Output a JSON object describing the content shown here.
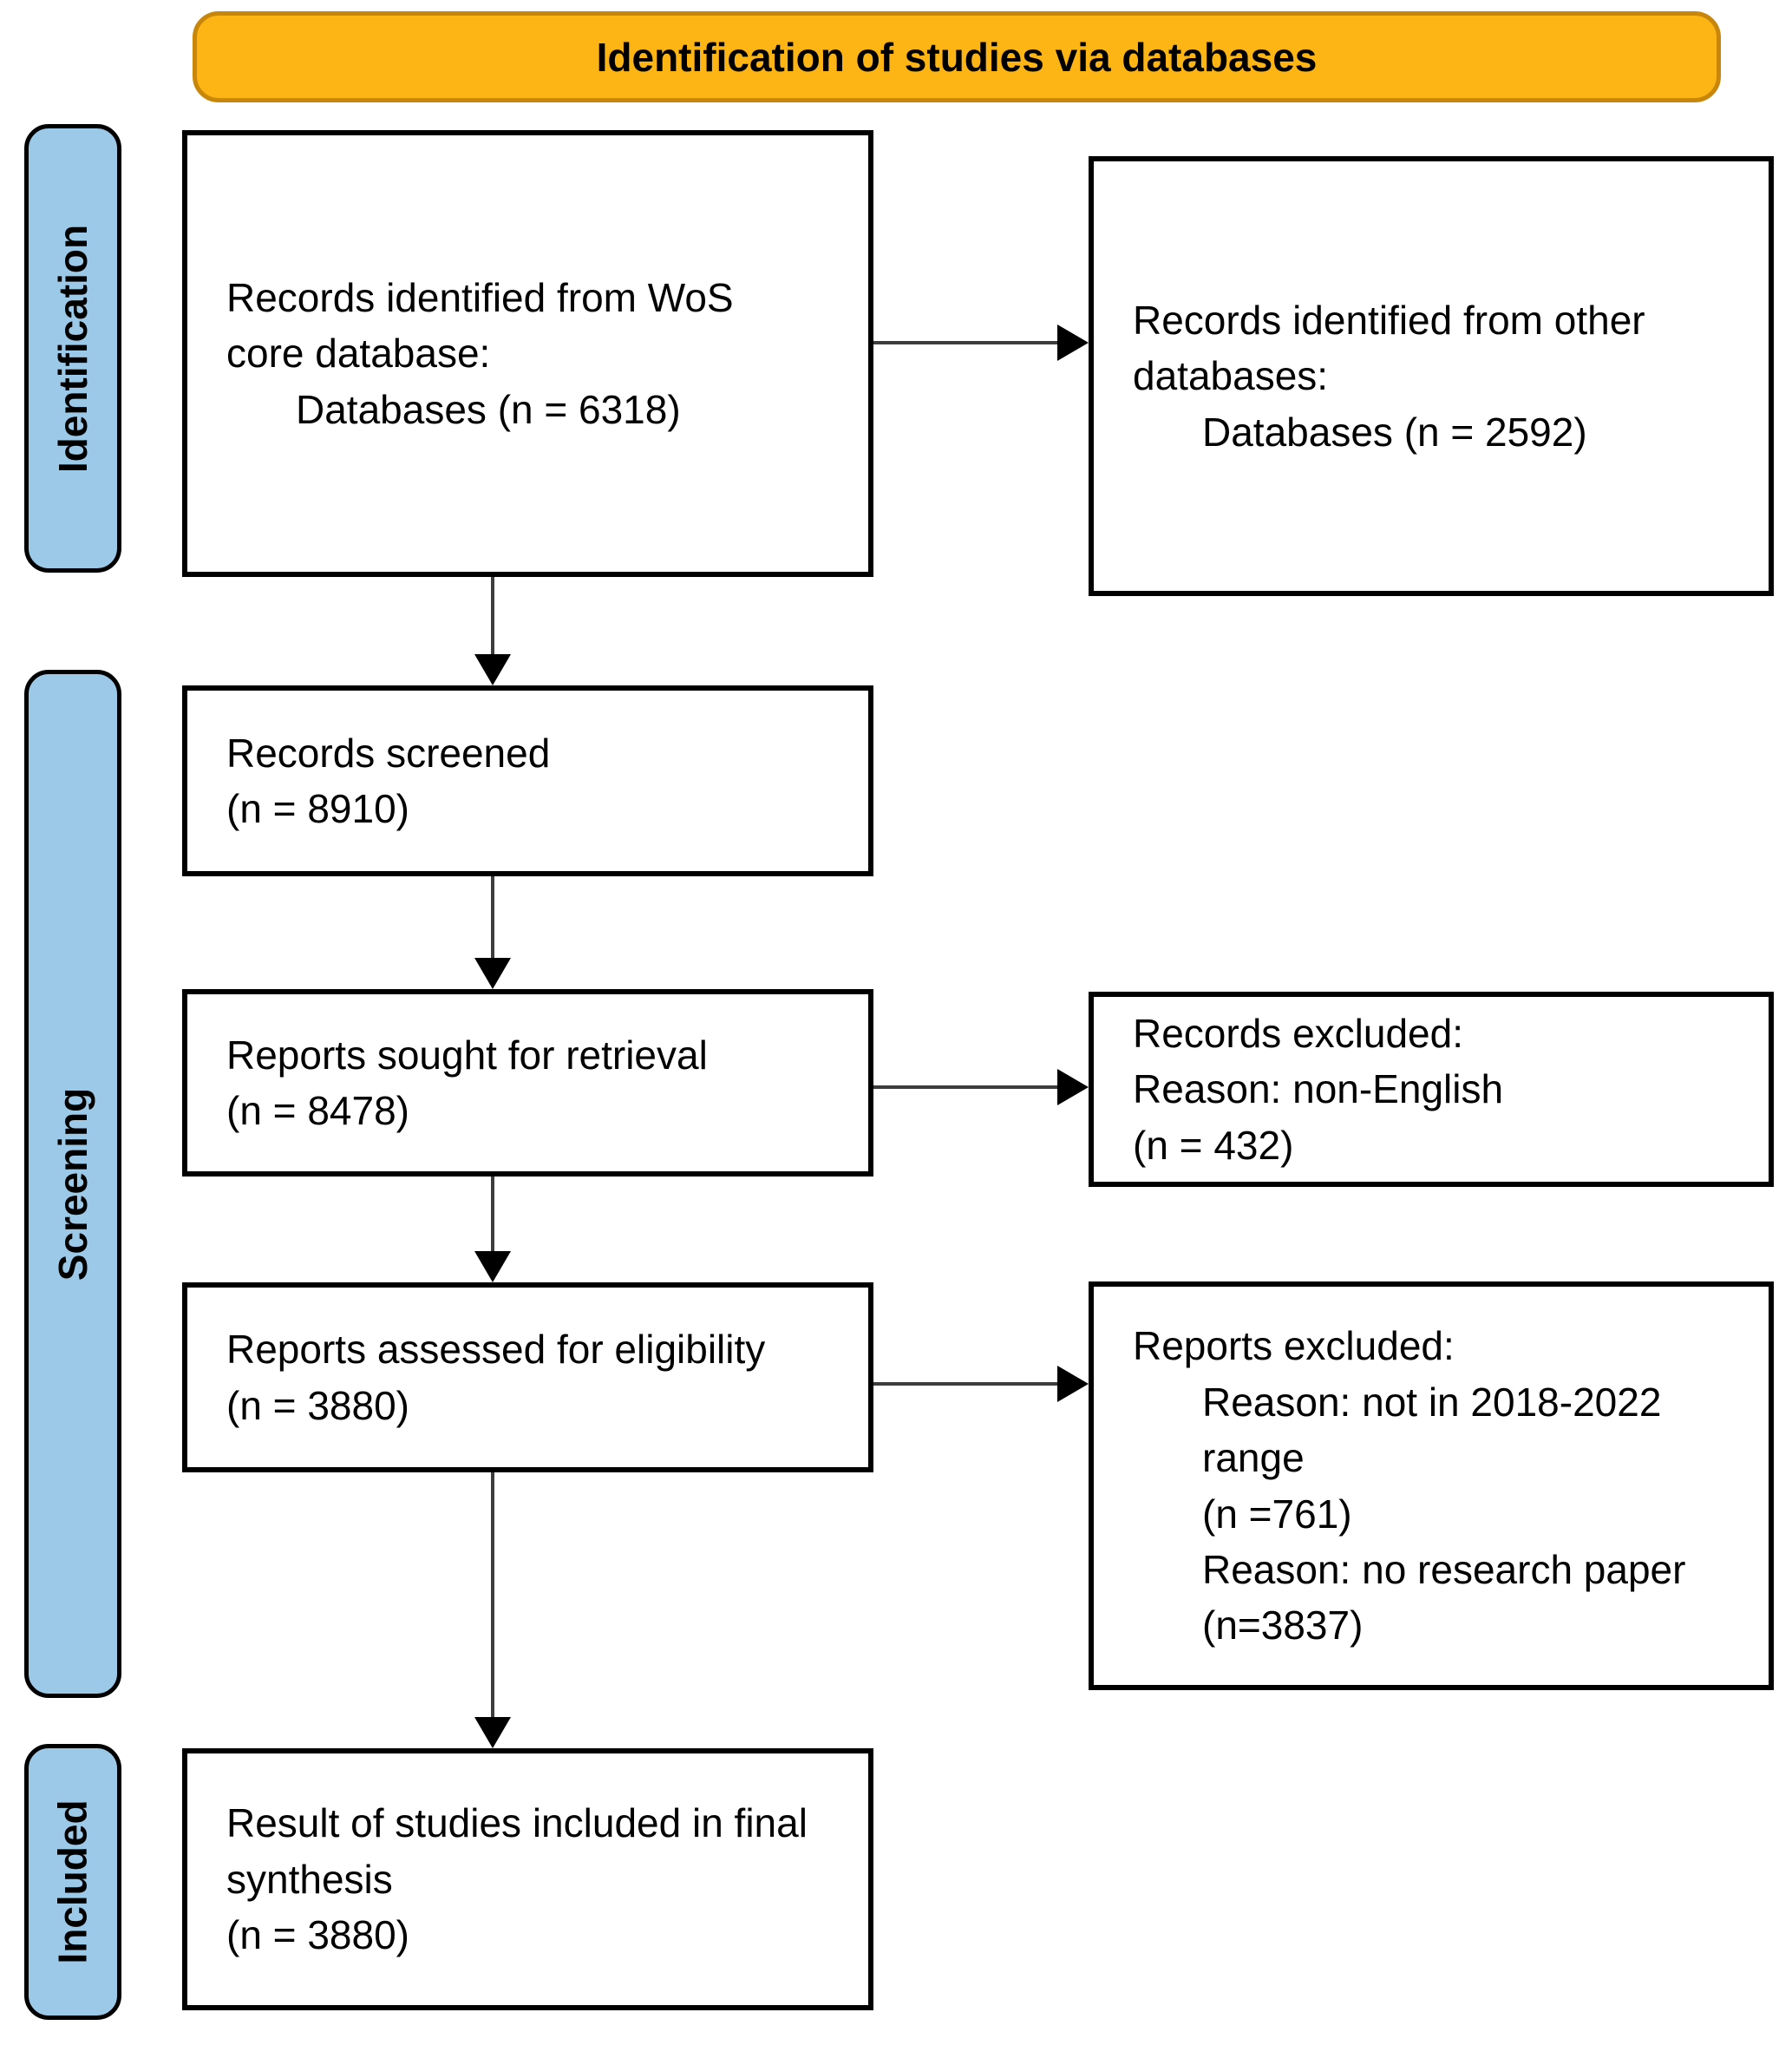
{
  "header": {
    "title": "Identification of studies via databases"
  },
  "colors": {
    "banner_fill": "#FCB514",
    "banner_border": "#C8860B",
    "stage_fill": "#9DC9E8",
    "box_border": "#000000",
    "arrow": "#3d3d3d"
  },
  "stages": {
    "identification": "Identification",
    "screening": "Screening",
    "included": "Included"
  },
  "boxes": {
    "wos": {
      "lines": [
        "Records identified from WoS",
        "core database:",
        "Databases (n = 6318)"
      ]
    },
    "other": {
      "lines": [
        "Records identified from other",
        "databases:",
        "Databases (n = 2592)"
      ]
    },
    "screened": {
      "lines": [
        "Records screened",
        "(n = 8910)"
      ]
    },
    "sought": {
      "lines": [
        "Reports sought for retrieval",
        "(n = 8478)"
      ]
    },
    "records_excluded": {
      "lines": [
        "Records excluded:",
        "Reason: non-English",
        "(n = 432)"
      ]
    },
    "assessed": {
      "lines": [
        "Reports assessed for eligibility",
        "(n = 3880)"
      ]
    },
    "reports_excluded": {
      "lines": [
        "Reports excluded:",
        "Reason: not in 2018-2022",
        "range",
        "(n =761)",
        "Reason: no research paper",
        "(n=3837)"
      ]
    },
    "result": {
      "lines": [
        "Result of studies included in final",
        "synthesis",
        "(n = 3880)"
      ]
    }
  }
}
